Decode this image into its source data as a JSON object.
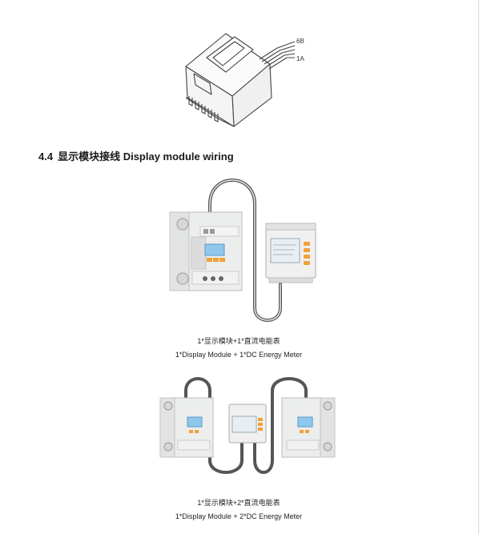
{
  "connector": {
    "pin_top_label": "6B",
    "pin_bottom_label": "1A"
  },
  "section": {
    "number": "4.4",
    "title": "显示模块接线 Display module wiring"
  },
  "figure1": {
    "caption_cn": "1*显示模块+1*直流电能表",
    "caption_en": "1*Display Module + 1*DC Energy Meter"
  },
  "figure2": {
    "caption_cn": "1*显示模块+2*直流电能表",
    "caption_en": "1*Display Module + 2*DC Energy Meter"
  }
}
